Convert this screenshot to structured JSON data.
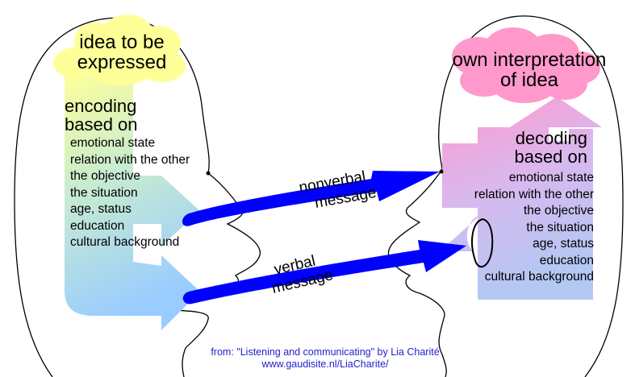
{
  "sender": {
    "idea": [
      "idea to be",
      "expressed"
    ],
    "encoding": [
      "encoding",
      "based on"
    ],
    "factors": [
      "emotional state",
      "relation with the other",
      "the objective",
      "the situation",
      "age, status",
      "education",
      "cultural background"
    ]
  },
  "receiver": {
    "interpretation": [
      "own interpretation",
      "of idea"
    ],
    "decoding": [
      "decoding",
      "based on"
    ],
    "factors": [
      "emotional state",
      "relation with the other",
      "the objective",
      "the situation",
      "age, status",
      "education",
      "cultural background"
    ]
  },
  "messages": {
    "nonverbal": [
      "nonverbal",
      "message"
    ],
    "verbal": [
      "verbal",
      "message"
    ]
  },
  "credit": {
    "line1": "from: \"Listening and communicating\" by Lia Charité",
    "line2": "www.gaudisite.nl/LiaCharite/"
  },
  "colors": {
    "idea_cloud": "#ffff99",
    "interpretation_cloud": "#ff99cc",
    "message_arrow": "#0000ff",
    "credit_text": "#2222cc"
  }
}
